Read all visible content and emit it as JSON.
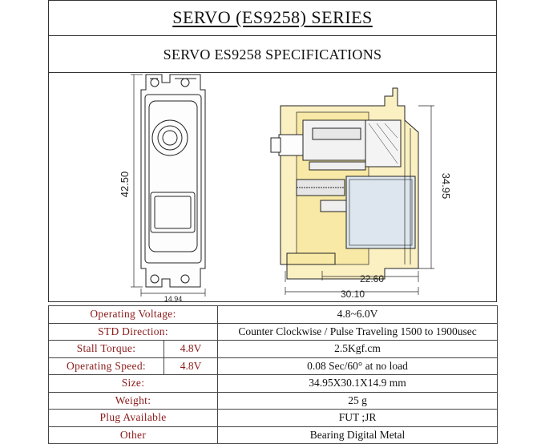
{
  "header": {
    "title": "SERVO (ES9258) SERIES",
    "subtitle": "SERVO ES9258 SPECIFICATIONS"
  },
  "drawing": {
    "dim_height": "42.50",
    "dim_width_front": "14.94",
    "dim_height_side": "34.95",
    "dim_width_side_inner": "22.60",
    "dim_width_side_total": "30.10",
    "colors": {
      "housing": "#fbf0c2",
      "outline": "#222222",
      "motor": "#dde6ee"
    }
  },
  "specs": [
    {
      "label": "Operating Voltage:",
      "sub": "",
      "value": "4.8~6.0V"
    },
    {
      "label": "STD Direction:",
      "sub": "",
      "value": "Counter Clockwise / Pulse Traveling 1500 to 1900usec"
    },
    {
      "label": "Stall Torque:",
      "sub": "4.8V",
      "value": "2.5Kgf.cm"
    },
    {
      "label": "Operating Speed:",
      "sub": "4.8V",
      "value": "0.08 Sec/60° at no load"
    },
    {
      "label": "Size:",
      "sub": "",
      "value": "34.95X30.1X14.9 mm"
    },
    {
      "label": "Weight:",
      "sub": "",
      "value": "25 g"
    },
    {
      "label": "Plug  Available",
      "sub": "",
      "value": "FUT ;JR"
    },
    {
      "label": "Other",
      "sub": "",
      "value": "Bearing  Digital Metal"
    }
  ]
}
